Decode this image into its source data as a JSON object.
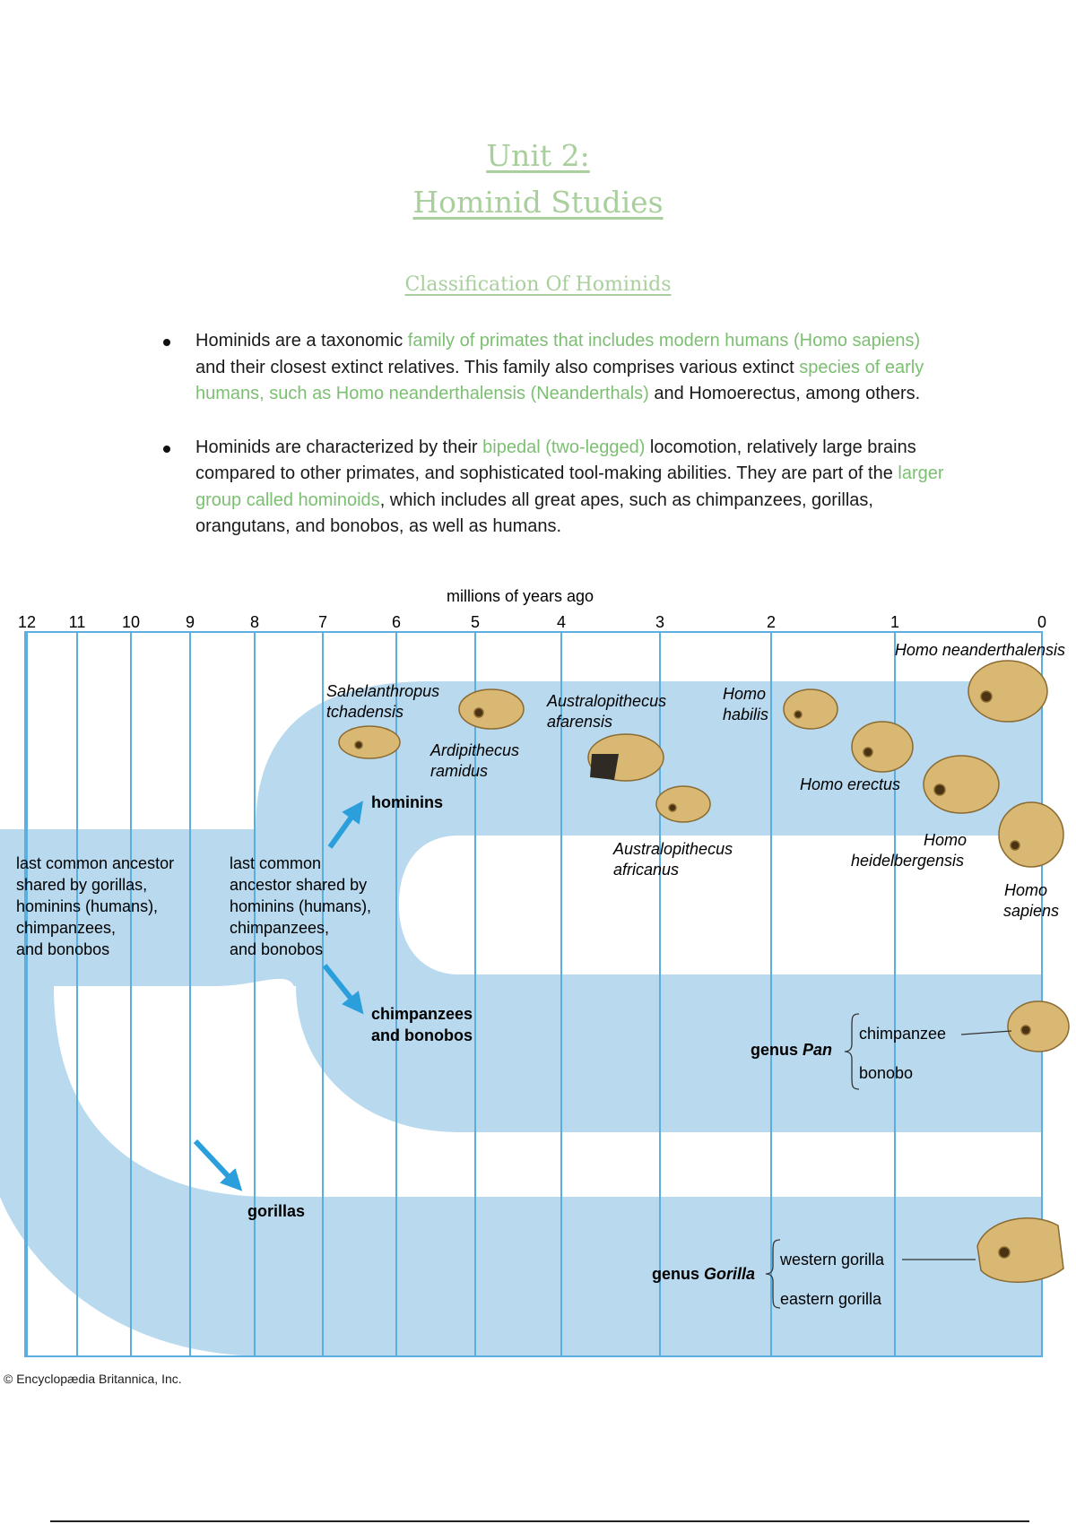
{
  "title": {
    "line1": "Unit 2:",
    "line2": "Hominid Studies"
  },
  "subtitle": "Classification Of Hominids",
  "bullets": [
    {
      "segments": [
        {
          "text": "Hominids are a taxonomic ",
          "highlight": false
        },
        {
          "text": "family of primates that includes modern humans (Homo sapiens)",
          "highlight": true
        },
        {
          "text": " and their closest extinct relatives. This family also comprises various extinct ",
          "highlight": false
        },
        {
          "text": "species of early humans, such as Homo neanderthalensis (Neanderthals)",
          "highlight": true
        },
        {
          "text": " and Homoerectus, among others.",
          "highlight": false
        }
      ]
    },
    {
      "segments": [
        {
          "text": "Hominids are characterized by their ",
          "highlight": false
        },
        {
          "text": "bipedal (two-legged)",
          "highlight": true
        },
        {
          "text": " locomotion, relatively large brains compared to other primates, and sophisticated tool-making abilities. They are part of the ",
          "highlight": false
        },
        {
          "text": "larger group called hominoids",
          "highlight": true
        },
        {
          "text": ", which includes all great apes, such as chimpanzees, gorillas, orangutans, and bonobos, as well as humans.",
          "highlight": false
        }
      ]
    }
  ],
  "colors": {
    "heading": "#a9cf9c",
    "highlight": "#7cbf72",
    "band": "#b9d9ee",
    "line": "#5aaee0",
    "arrow": "#2a9fdc",
    "skull": "#d9b874"
  },
  "timeline": {
    "axis_label": "millions of years ago",
    "ticks": [
      "12",
      "11",
      "10",
      "9",
      "8",
      "7",
      "6",
      "5",
      "4",
      "3",
      "2",
      "1",
      "0"
    ]
  },
  "diagram": {
    "lca_all": [
      "last common ancestor",
      "shared by gorillas,",
      "hominins (humans),",
      "chimpanzees,",
      "and bonobos"
    ],
    "lca_hc": [
      "last common",
      "ancestor shared by",
      "hominins (humans),",
      "chimpanzees,",
      "and bonobos"
    ],
    "hominins": "hominins",
    "chimps_group": [
      "chimpanzees",
      "and bonobos"
    ],
    "gorillas": "gorillas",
    "genus_pan_prefix": "genus ",
    "genus_pan": "Pan",
    "chimpanzee": "chimpanzee",
    "bonobo": "bonobo",
    "genus_gorilla_prefix": "genus ",
    "genus_gorilla": "Gorilla",
    "western_gorilla": "western gorilla",
    "eastern_gorilla": "eastern gorilla",
    "species": [
      {
        "id": "sahelanthropus",
        "lines": [
          "Sahelanthropus",
          "tchadensis"
        ]
      },
      {
        "id": "ardipithecus",
        "lines": [
          "Ardipithecus",
          "ramidus"
        ]
      },
      {
        "id": "afarensis",
        "lines": [
          "Australopithecus",
          "afarensis"
        ]
      },
      {
        "id": "africanus",
        "lines": [
          "Australopithecus",
          "africanus"
        ]
      },
      {
        "id": "habilis",
        "lines": [
          "Homo",
          "habilis"
        ]
      },
      {
        "id": "erectus",
        "lines": [
          "Homo erectus"
        ]
      },
      {
        "id": "heidelbergensis",
        "lines": [
          "Homo",
          "heidelbergensis"
        ]
      },
      {
        "id": "sapiens",
        "lines": [
          "Homo",
          "sapiens"
        ]
      },
      {
        "id": "neanderthalensis",
        "lines": [
          "Homo neanderthalensis"
        ]
      }
    ]
  },
  "copyright": "© Encyclopædia Britannica, Inc."
}
